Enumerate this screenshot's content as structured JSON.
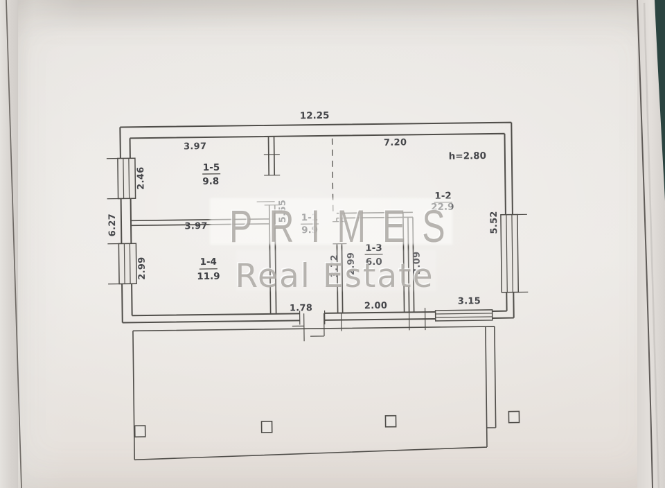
{
  "watermark": {
    "brand": "PRIMES",
    "subtitle": "Real Estate"
  },
  "floorplan": {
    "overall_width": "12.25",
    "overall_left_height": "6.27",
    "ceiling_height": "h=2.80",
    "rooms": [
      {
        "id": "1-5",
        "area": "9.8",
        "width": "3.97",
        "depth": "2.46"
      },
      {
        "id": "1-4",
        "area": "11.9",
        "width": "3.97",
        "depth": "2.99"
      },
      {
        "id": "1-1",
        "area": "9.9",
        "length": "5.55",
        "depth": "3.72",
        "exit_width": "1.78"
      },
      {
        "id": "1-3",
        "area": "6.0",
        "width": "2.00",
        "depth": "2.99"
      },
      {
        "id": "1-2",
        "area": "22.9",
        "width": "7.20",
        "side_depth": "5.52",
        "right_depth": "3.09",
        "bottom_width": "3.15"
      }
    ]
  }
}
